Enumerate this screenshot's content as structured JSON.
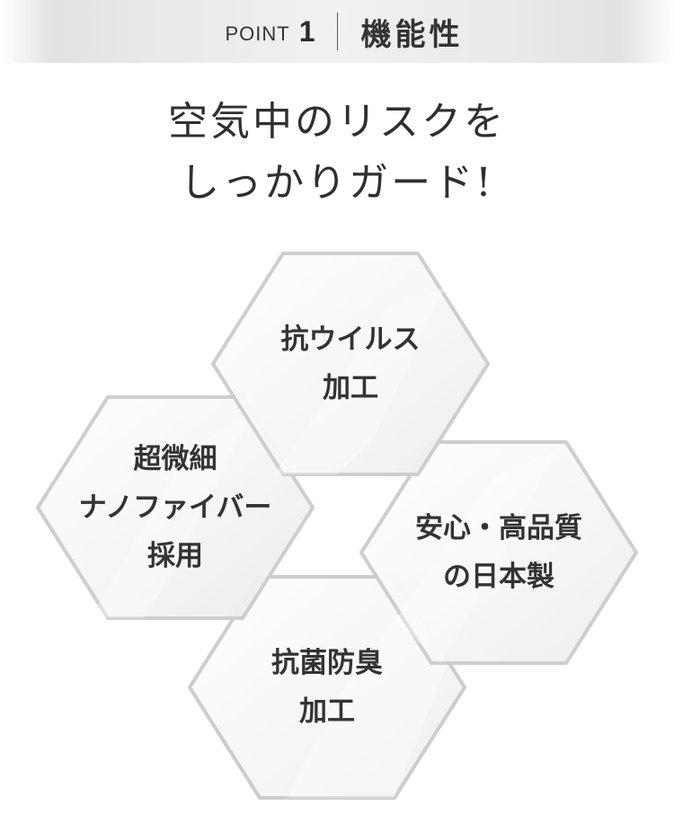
{
  "banner": {
    "label": "POINT",
    "number": "1",
    "title": "機能性"
  },
  "headline": {
    "line1": "空気中のリスクを",
    "line2": "しっかりガード!"
  },
  "features": [
    {
      "line1": "抗ウイルス",
      "line2": "加工",
      "line3": ""
    },
    {
      "line1": "超微細",
      "line2": "ナノファイバー",
      "line3": "採用"
    },
    {
      "line1": "安心・高品質",
      "line2": "の日本製",
      "line3": ""
    },
    {
      "line1": "抗菌防臭",
      "line2": "加工",
      "line3": ""
    }
  ],
  "colors": {
    "text": "#333333",
    "banner_bg": "#e6e6e6",
    "hex_border": "#c8c8c8",
    "hex_fill": "#fafafa"
  }
}
